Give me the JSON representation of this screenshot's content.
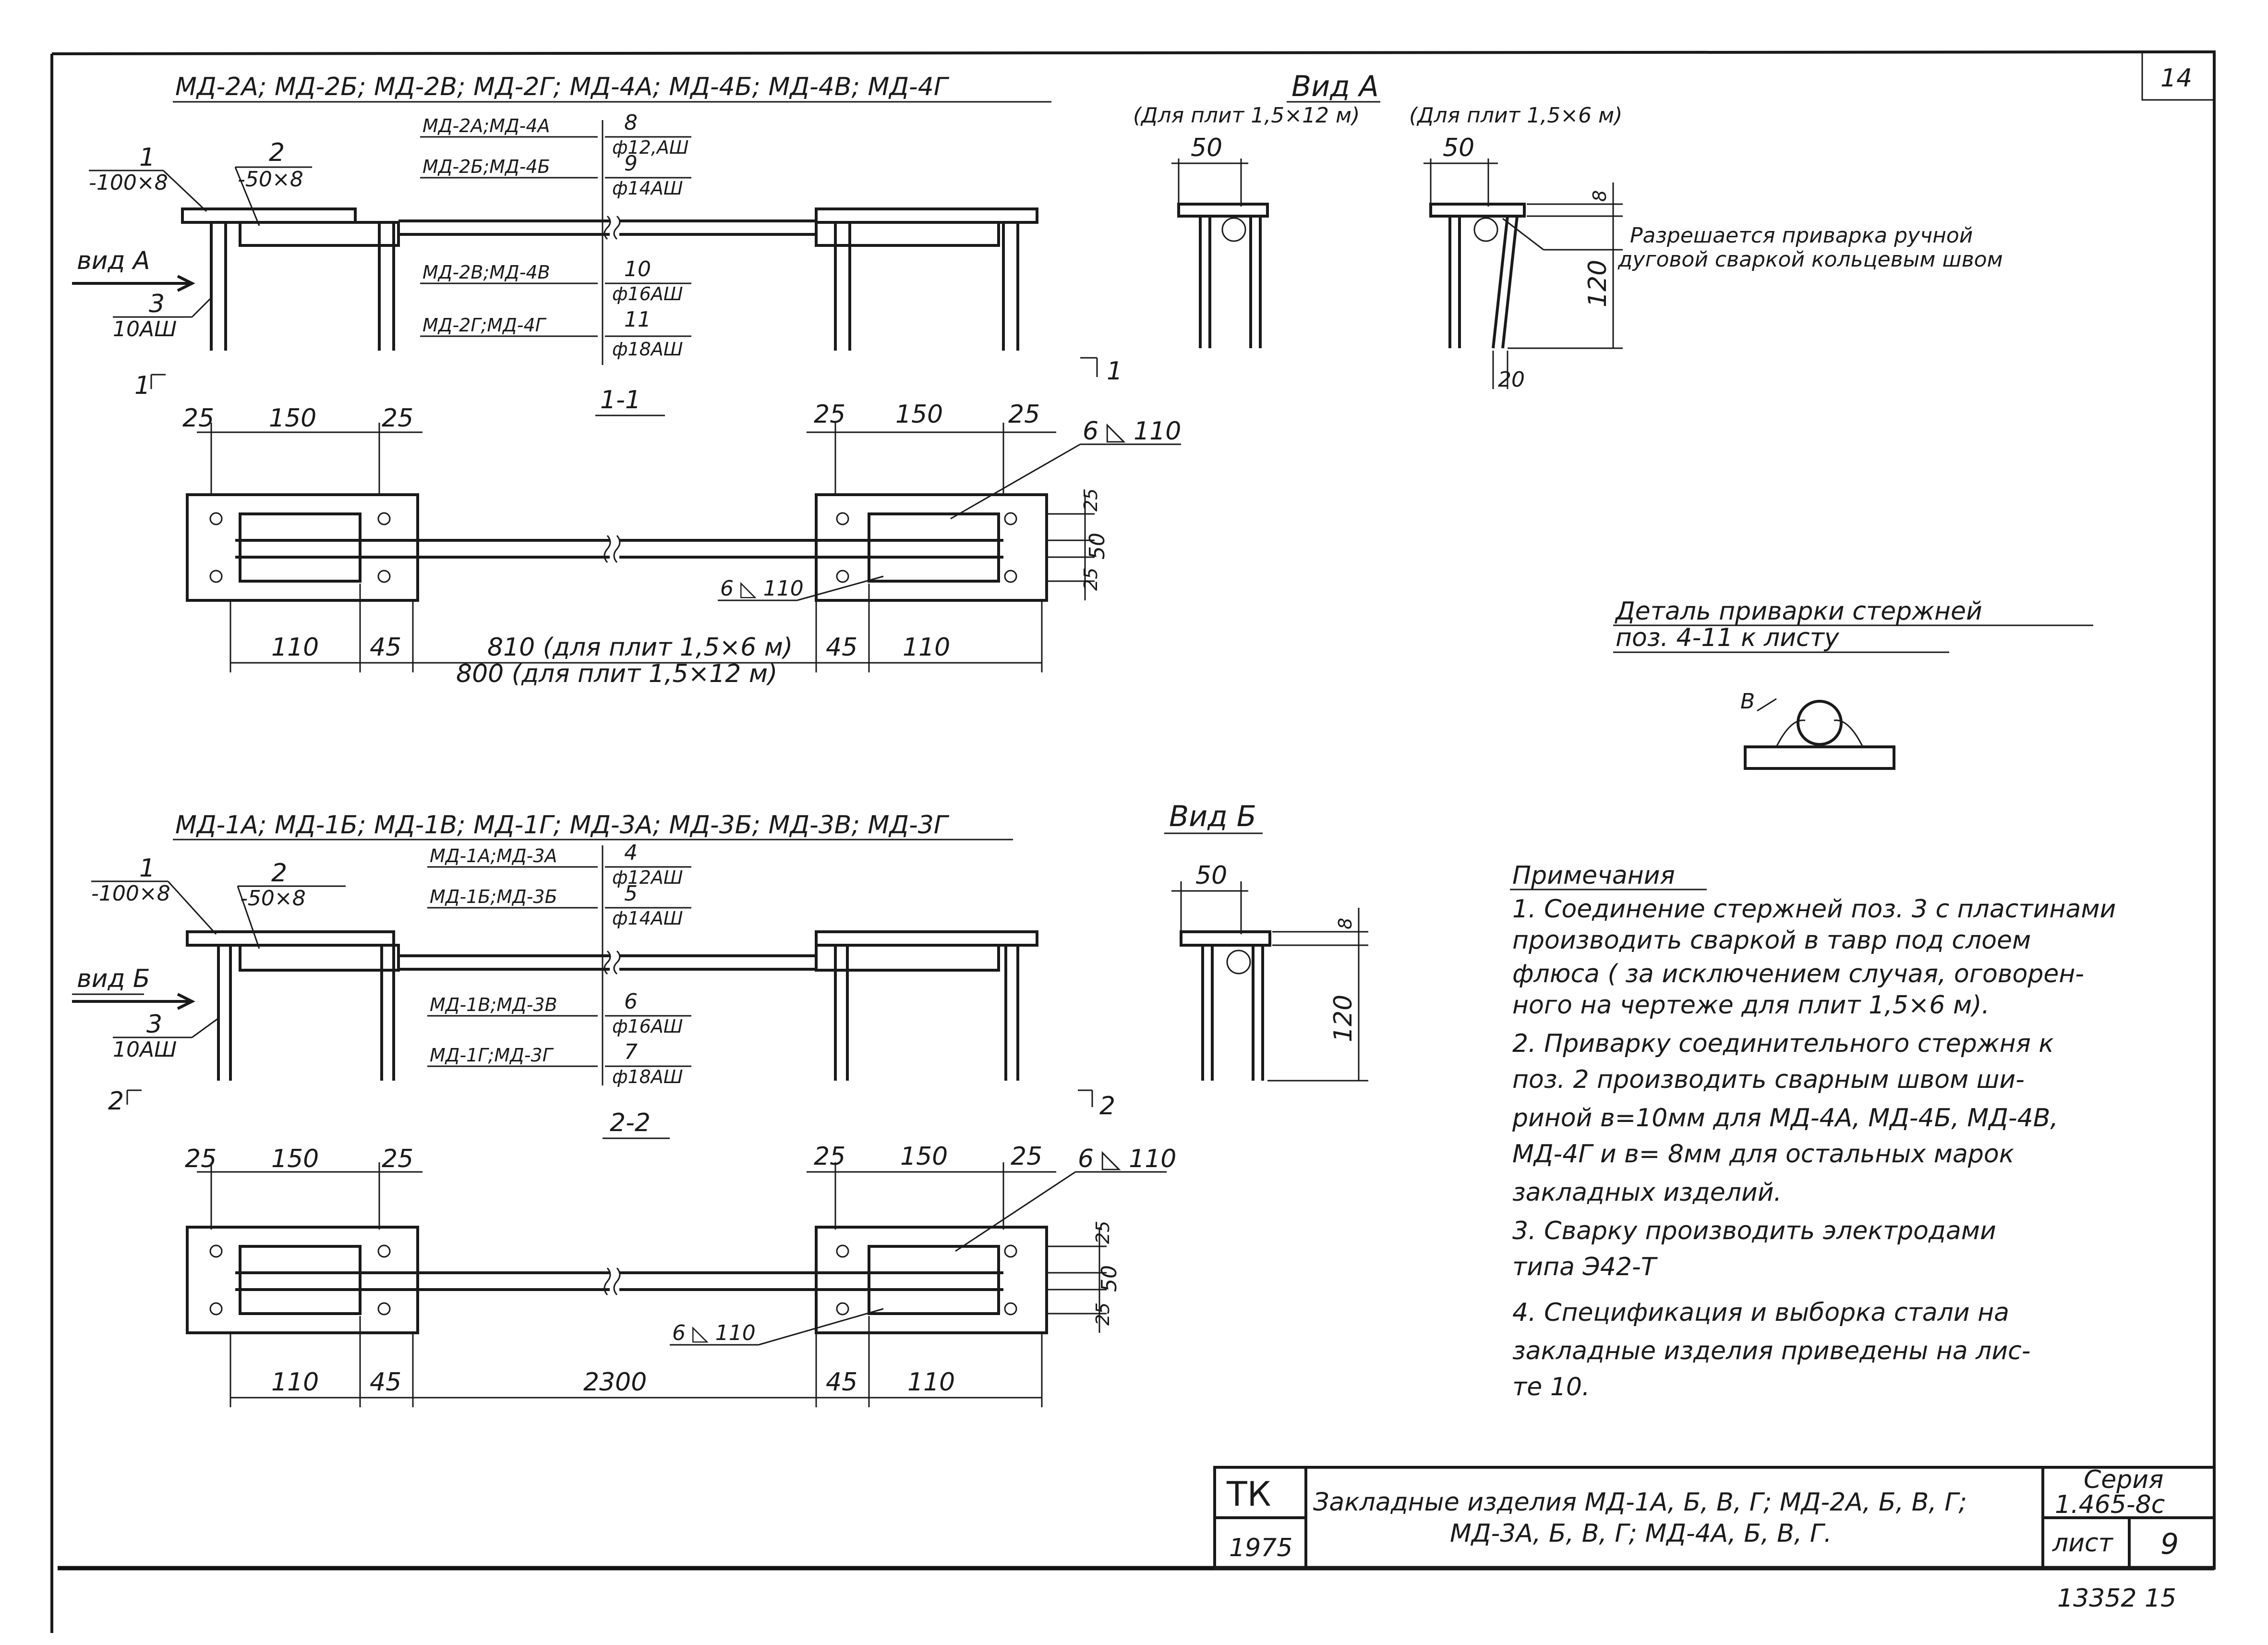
{
  "sheet_corner": "14",
  "top": {
    "title": "МД-2А; МД-2Б; МД-2В; МД-2Г;  МД-4А; МД-4Б; МД-4В; МД-4Г",
    "pos1_num": "1",
    "pos1_size": "-100×8",
    "pos2_num": "2",
    "pos2_size": "-50×8",
    "pos3_num": "3",
    "pos3_size": "10АШ",
    "view_arrow": "вид А",
    "rebar_table": [
      {
        "marks": "МД-2А;МД-4А",
        "pos": "8",
        "dia": "ф12,АШ"
      },
      {
        "marks": "МД-2Б;МД-4Б",
        "pos": "9",
        "dia": "ф14АШ"
      },
      {
        "marks": "МД-2В;МД-4В",
        "pos": "10",
        "dia": "ф16АШ"
      },
      {
        "marks": "МД-2Г;МД-4Г",
        "pos": "11",
        "dia": "ф18АШ"
      }
    ],
    "cut_left": "1",
    "cut_right": "1",
    "section_title": "1-1",
    "dims_top": [
      "25",
      "150",
      "25",
      "25",
      "150",
      "25"
    ],
    "weld_top": "6 ◺ 110",
    "weld_mid": "6 ◺ 110",
    "dims_side": [
      "25",
      "50",
      "25"
    ],
    "dims_bottom": [
      "110",
      "45",
      "810 (для плит 1,5×6 м)",
      "45",
      "110"
    ],
    "dim_total": "800 (для плит 1,5×12 м)"
  },
  "view_a": {
    "title": "Вид А",
    "sub_left": "(Для плит 1,5×12 м)",
    "sub_right": "(Для плит 1,5×6 м)",
    "dim_50_left": "50",
    "dim_50_right": "50",
    "dim_8": "8",
    "dim_120": "120",
    "dim_20": "20",
    "note_line1": "Разрешается приварка ручной",
    "note_line2": "дуговой сваркой кольцевым швом"
  },
  "detail": {
    "title_line1": "Деталь приварки стержней",
    "title_line2": "поз. 4-11 к листу",
    "label": "В"
  },
  "bottom": {
    "title": "МД-1А; МД-1Б; МД-1В; МД-1Г;   МД-3А; МД-3Б; МД-3В; МД-3Г",
    "pos1_num": "1",
    "pos1_size": "-100×8",
    "pos2_num": "2",
    "pos2_size": "-50×8",
    "pos3_num": "3",
    "pos3_size": "10АШ",
    "view_arrow": "вид Б",
    "rebar_table": [
      {
        "marks": "МД-1А;МД-3А",
        "pos": "4",
        "dia": "ф12АШ"
      },
      {
        "marks": "МД-1Б;МД-3Б",
        "pos": "5",
        "dia": "ф14АШ"
      },
      {
        "marks": "МД-1В;МД-3В",
        "pos": "6",
        "dia": "ф16АШ"
      },
      {
        "marks": "МД-1Г;МД-3Г",
        "pos": "7",
        "dia": "ф18АШ"
      }
    ],
    "cut_left": "2",
    "cut_right": "2",
    "section_title": "2-2",
    "dims_top": [
      "25",
      "150",
      "25",
      "25",
      "150",
      "25"
    ],
    "weld_top": "6 ◺ 110",
    "weld_mid": "6 ◺ 110",
    "dims_side": [
      "25",
      "50",
      "25"
    ],
    "dims_bottom": [
      "110",
      "45",
      "2300",
      "45",
      "110"
    ]
  },
  "view_b": {
    "title": "Вид Б",
    "dim_50": "50",
    "dim_8": "8",
    "dim_120": "120"
  },
  "notes": {
    "heading": "Примечания",
    "lines": [
      "1. Соединение стержней поз. 3 с пластинами",
      "производить сваркой в тавр под слоем",
      "флюса ( за исключением случая, оговорен-",
      "ного на чертеже для плит 1,5×6 м).",
      "2. Приварку соединительного стержня к",
      "поз. 2 производить сварным швом ши-",
      "риной в=10мм для МД-4А, МД-4Б, МД-4В,",
      "МД-4Г  и в= 8мм для остальных марок",
      "закладных изделий.",
      "3. Сварку производить электродами",
      "типа  Э42-Т",
      "4. Спецификация и выборка стали на",
      "закладные изделия приведены на лис-",
      "те 10."
    ]
  },
  "title_block": {
    "org": "ТК",
    "year": "1975",
    "name_line1": "Закладные изделия  МД-1А, Б, В, Г;  МД-2А, Б, В, Г;",
    "name_line2": "МД-3А, Б, В, Г;  МД-4А, Б, В, Г.",
    "series_label": "Серия",
    "series_value": "1.465-8с",
    "sheet_label": "лист",
    "sheet_value": "9"
  },
  "stamp": "13352  15"
}
